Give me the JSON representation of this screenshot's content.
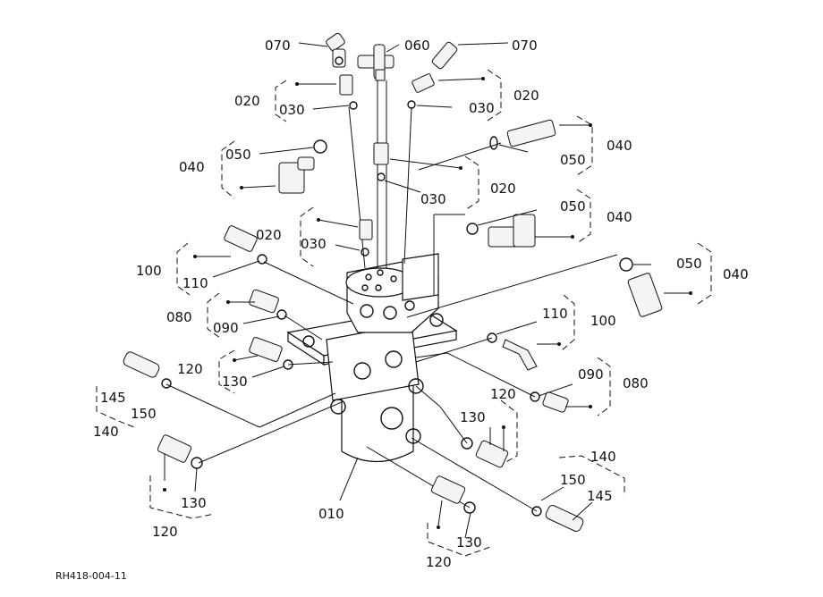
{
  "labels": {
    "l070a": "070",
    "l060": "060",
    "l070b": "070",
    "l020a": "020",
    "l030a": "030",
    "l020b": "020",
    "l030b": "030",
    "l050a": "050",
    "l040a": "040",
    "l050b": "050",
    "l040b": "040",
    "l030c": "030",
    "l020c": "020",
    "l050c": "050",
    "l040c": "040",
    "l020d": "020",
    "l030d": "030",
    "l050d": "050",
    "l040d": "040",
    "l100a": "100",
    "l110a": "110",
    "l080a": "080",
    "l090a": "090",
    "l110b": "110",
    "l100b": "100",
    "l120a": "120",
    "l130a": "130",
    "l090b": "090",
    "l080b": "080",
    "l145a": "145",
    "l150a": "150",
    "l140a": "140",
    "l120b": "120",
    "l130b": "130",
    "l140b": "140",
    "l150b": "150",
    "l145b": "145",
    "l130c": "130",
    "l120c": "120",
    "l010": "010",
    "l130d": "130",
    "l120d": "120"
  },
  "drawing_code": "RH418-004-11"
}
